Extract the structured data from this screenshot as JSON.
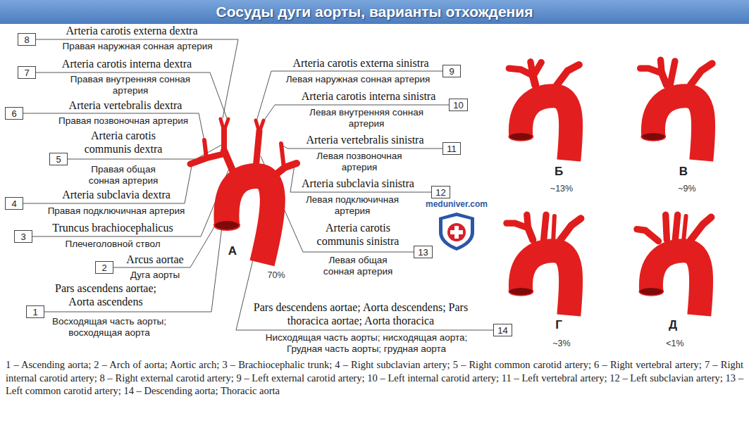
{
  "diagram": {
    "title": "Сосуды дуги аорты, варианты отхождения",
    "caption": "1 – Ascending aorta; 2 – Arch of aorta; Aortic arch; 3 – Brachiocephalic trunk; 4 – Right subclavian artery; 5 – Right common carotid artery; 6 – Right vertebral artery; 7 – Right internal carotid artery; 8 – Right external carotid artery; 9 – Left external carotid artery; 10 – Left internal carotid artery; 11 – Left vertebral artery; 12 – Left subclavian artery; 13 – Left common carotid artery; 14 – Descending aorta; Thoracic aorta",
    "nodes": [
      {
        "text": [
          "8"
        ]
      },
      {
        "text": [
          "7"
        ]
      },
      {
        "text": [
          "6"
        ]
      },
      {
        "text": [
          "5"
        ]
      },
      {
        "text": [
          "4"
        ]
      },
      {
        "text": [
          "3"
        ]
      },
      {
        "text": [
          "2"
        ]
      },
      {
        "text": [
          "1"
        ]
      },
      {
        "text": [
          "9"
        ]
      },
      {
        "text": [
          "10"
        ]
      },
      {
        "text": [
          "11"
        ]
      },
      {
        "text": [
          "12"
        ]
      },
      {
        "text": [
          "13"
        ]
      },
      {
        "text": [
          "14"
        ]
      }
    ],
    "labels": [
      "Arteria carotis externa dextra",
      "Правая наружная сонная артерия",
      "Arteria carotis interna dextra",
      "Правая внутренняя сонная артерия",
      "Arteria vertebralis dextra",
      "Правая позвоночная артерия",
      "Arteria carotis communis dextra",
      "Правая общая сонная артерия",
      "Arteria subclavia dextra",
      "Правая подключичная артерия",
      "Truncus brachiocephalicus",
      "Плечеголовной ствол",
      "Arcus aortae",
      "Дуга аорты",
      "Pars ascendens aortae; Aorta ascendens",
      "Восходящая часть аорты; восходящая аорта",
      "Arteria carotis externa sinistra",
      "Левая наружная сонная артерия",
      "Arteria carotis interna sinistra",
      "Левая внутренняя сонная артерия",
      "Arteria vertebralis sinistra",
      "Левая позвоночная артерия",
      "Arteria subclavia sinistra",
      "Левая подключичная артерия",
      "Arteria carotis communis sinistra",
      "Левая общая сонная артерия",
      "Pars descendens aortae; Aorta descendens; Pars thoracica aortae; Aorta thoracica",
      "Нисходящая часть аорты; нисходящая аорта; Грудная часть аорты; грудная аорта",
      "А",
      "70%",
      "meduniver.com",
      "Б",
      "~13%",
      "В",
      "~9%",
      "Г",
      "~3%",
      "Д",
      "<1%"
    ]
  }
}
